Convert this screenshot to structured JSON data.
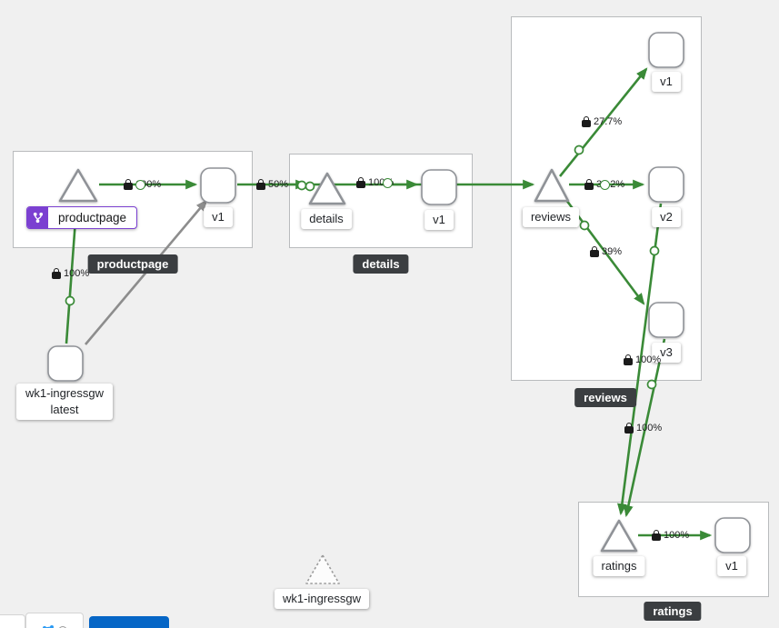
{
  "app": {
    "name": "service-mesh-graph"
  },
  "colors": {
    "background": "#f0f0f0",
    "edge_green": "#3a8a37",
    "edge_gray": "#8d8d8d",
    "badge_purple": "#7b40d1",
    "tooltip_bg": "#3b3e41",
    "button_blue": "#0666c6"
  },
  "groups": {
    "productpage": {
      "label": "productpage"
    },
    "details": {
      "label": "details"
    },
    "reviews": {
      "label": "reviews"
    },
    "ratings": {
      "label": "ratings"
    }
  },
  "nodes": {
    "productpage_service": {
      "label": "productpage"
    },
    "productpage_v1": {
      "label": "v1"
    },
    "details_service": {
      "label": "details"
    },
    "details_v1": {
      "label": "v1"
    },
    "reviews_service": {
      "label": "reviews"
    },
    "reviews_v1": {
      "label": "v1"
    },
    "reviews_v2": {
      "label": "v2"
    },
    "reviews_v3": {
      "label": "v3"
    },
    "ratings_service": {
      "label": "ratings"
    },
    "ratings_v1": {
      "label": "v1"
    },
    "ingress_workload": {
      "line1": "wk1-ingressgw",
      "line2": "latest"
    },
    "idle_gateway": {
      "label": "wk1-ingressgw"
    }
  },
  "edges": {
    "ingress_to_productpage": {
      "label": "100%"
    },
    "productpage_to_v1": {
      "label": "100%"
    },
    "productpage_to_details": {
      "label": "50%"
    },
    "details_to_v1": {
      "label": "100%"
    },
    "reviews_to_v1": {
      "label": "27.7%"
    },
    "reviews_to_v2": {
      "label": "33.2%"
    },
    "reviews_to_v3": {
      "label": "39%"
    },
    "reviews_v2_to_ratings": {
      "label": "100%"
    },
    "reviews_v3_to_ratings": {
      "label": "100%"
    },
    "ratings_to_v1": {
      "label": "100%"
    }
  }
}
